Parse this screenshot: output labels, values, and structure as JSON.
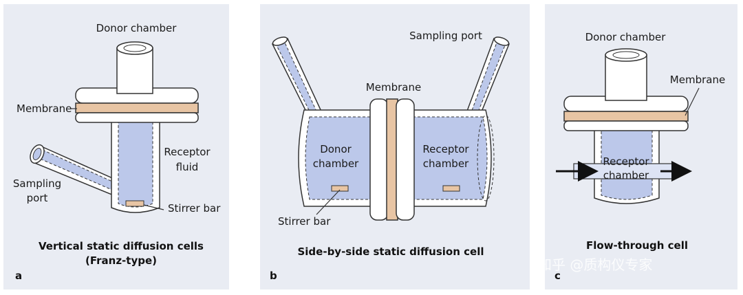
{
  "panels": [
    {
      "letter": "a",
      "caption_line1": "Vertical static diffusion cells",
      "caption_line2": "(Franz-type)",
      "labels": {
        "donor": "Donor chamber",
        "membrane": "Membrane",
        "receptor_line1": "Receptor",
        "receptor_line2": "fluid",
        "sampling_line1": "Sampling",
        "sampling_line2": "port",
        "stirrer": "Stirrer bar"
      }
    },
    {
      "letter": "b",
      "caption_line1": "Side-by-side static diffusion cell",
      "labels": {
        "sampling": "Sampling port",
        "membrane": "Membrane",
        "donor_line1": "Donor",
        "donor_line2": "chamber",
        "receptor_line1": "Receptor",
        "receptor_line2": "chamber",
        "stirrer": "Stirrer bar"
      }
    },
    {
      "letter": "c",
      "caption_line1": "Flow-through cell",
      "labels": {
        "donor": "Donor chamber",
        "membrane": "Membrane",
        "receptor_line1": "Receptor",
        "receptor_line2": "chamber"
      }
    }
  ],
  "watermark": "知乎 @质构仪专家",
  "colors": {
    "panel_bg": "#e9ecf3",
    "fluid": "#bcc8ea",
    "membrane": "#e8c5a4",
    "outline": "#333333"
  }
}
